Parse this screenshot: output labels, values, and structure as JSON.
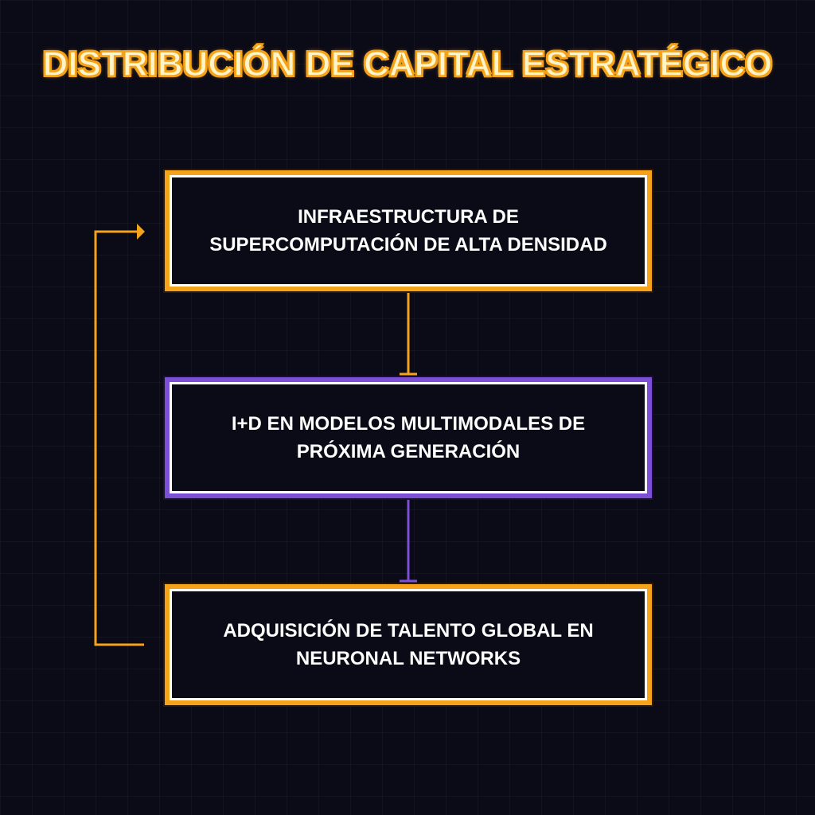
{
  "diagram": {
    "title": "DISTRIBUCIÓN DE CAPITAL ESTRATÉGICO",
    "nodes": [
      {
        "id": "infra",
        "line1": "INFRAESTRUCTURA DE",
        "line2": "SUPERCOMPUTACIÓN DE ALTA DENSIDAD",
        "color": "#f5a31a"
      },
      {
        "id": "rnd",
        "line1": "I+D EN MODELOS MULTIMODALES DE",
        "line2": "PRÓXIMA GENERACIÓN",
        "color": "#7b4fd6"
      },
      {
        "id": "talent",
        "line1": "ADQUISICIÓN DE TALENTO GLOBAL EN",
        "line2": "NEURONAL NETWORKS",
        "color": "#f5a31a"
      }
    ],
    "edges": [
      {
        "from": "infra",
        "to": "rnd",
        "color": "#f5a31a"
      },
      {
        "from": "rnd",
        "to": "talent",
        "color": "#7b4fd6"
      },
      {
        "from": "talent",
        "to": "infra",
        "color": "#f5a31a",
        "style": "feedback-loop"
      }
    ]
  }
}
